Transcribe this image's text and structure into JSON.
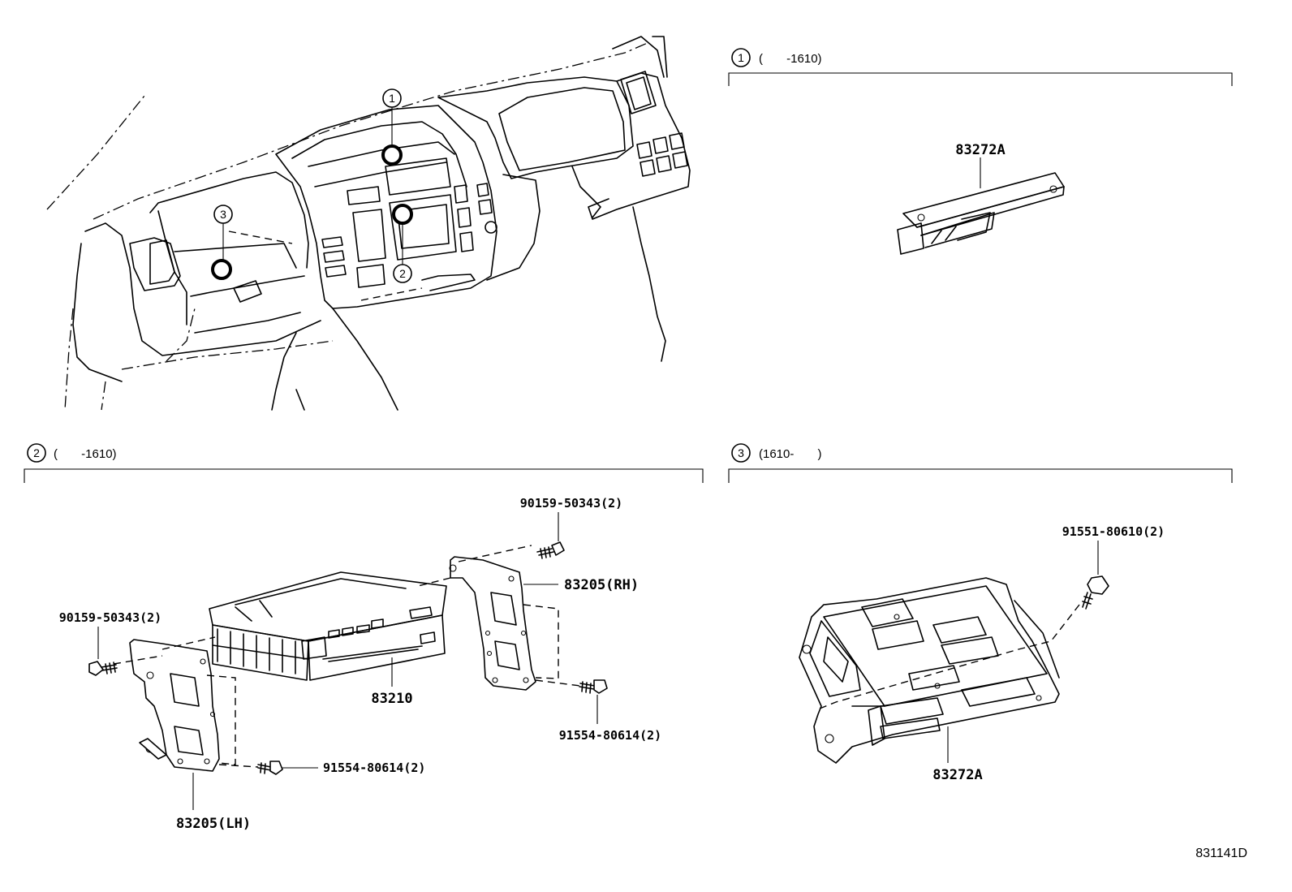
{
  "diagram_id": "831141D",
  "overview": {
    "callouts": [
      "1",
      "2",
      "3"
    ]
  },
  "sections": [
    {
      "number": "1",
      "range": "(       -1610)",
      "parts": [
        "83272A"
      ]
    },
    {
      "number": "2",
      "range": "(       -1610)",
      "parts": [
        "90159-50343(2)",
        "83205(RH)",
        "90159-50343(2)",
        "83210",
        "91554-80614(2)",
        "91554-80614(2)",
        "83205(LH)"
      ]
    },
    {
      "number": "3",
      "range": "(1610-       )",
      "parts": [
        "91551-80610(2)",
        "83272A"
      ]
    }
  ]
}
